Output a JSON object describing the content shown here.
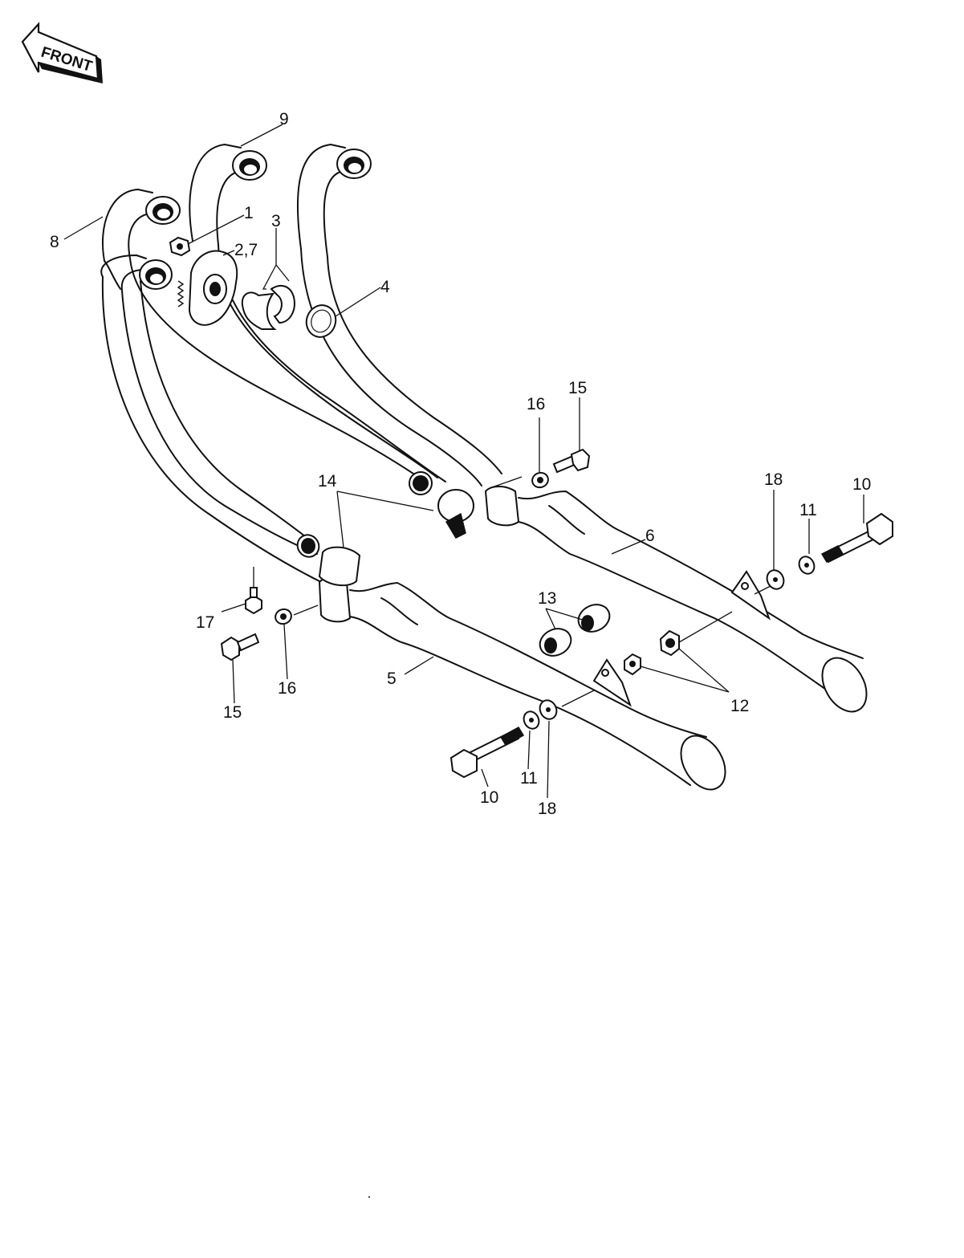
{
  "direction": {
    "label": "FRONT"
  },
  "callouts": [
    {
      "id": "c1",
      "text": "1"
    },
    {
      "id": "c27",
      "text": "2,7"
    },
    {
      "id": "c3",
      "text": "3"
    },
    {
      "id": "c4",
      "text": "4"
    },
    {
      "id": "c5",
      "text": "5"
    },
    {
      "id": "c6",
      "text": "6"
    },
    {
      "id": "c8",
      "text": "8"
    },
    {
      "id": "c9",
      "text": "9"
    },
    {
      "id": "c10a",
      "text": "10"
    },
    {
      "id": "c10b",
      "text": "10"
    },
    {
      "id": "c11a",
      "text": "11"
    },
    {
      "id": "c11b",
      "text": "11"
    },
    {
      "id": "c12",
      "text": "12"
    },
    {
      "id": "c13",
      "text": "13"
    },
    {
      "id": "c14",
      "text": "14"
    },
    {
      "id": "c15a",
      "text": "15"
    },
    {
      "id": "c15b",
      "text": "15"
    },
    {
      "id": "c16a",
      "text": "16"
    },
    {
      "id": "c16b",
      "text": "16"
    },
    {
      "id": "c17",
      "text": "17"
    },
    {
      "id": "c18a",
      "text": "18"
    },
    {
      "id": "c18b",
      "text": "18"
    }
  ]
}
